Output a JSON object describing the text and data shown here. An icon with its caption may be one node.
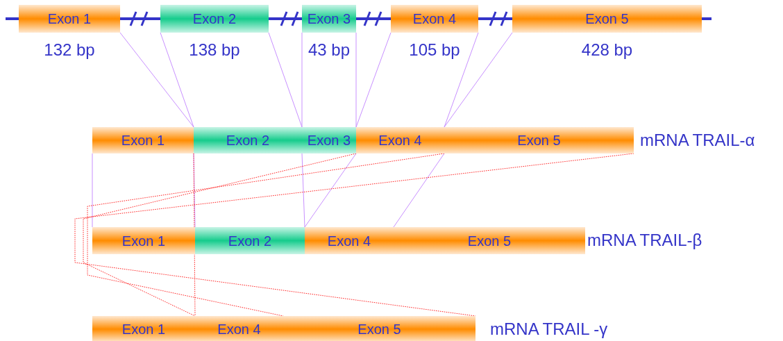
{
  "diagram": {
    "nodes": [
      {
        "text": [
          "Exon 1"
        ],
        "beside": [
          "132 bp"
        ]
      },
      {
        "text": [
          "Exon 2"
        ],
        "beside": [
          "138 bp"
        ]
      },
      {
        "text": [
          "Exon 3"
        ],
        "beside": [
          "43 bp"
        ]
      },
      {
        "text": [
          "Exon 4"
        ],
        "beside": [
          "105 bp"
        ]
      },
      {
        "text": [
          "Exon 5"
        ],
        "beside": [
          "428 bp"
        ]
      },
      {
        "text": [
          "Exon 1"
        ]
      },
      {
        "text": [
          "Exon 2"
        ]
      },
      {
        "text": [
          "Exon 3"
        ]
      },
      {
        "text": [
          "Exon 4"
        ]
      },
      {
        "text": [
          "Exon 5"
        ]
      },
      {
        "text": [
          "Exon 1"
        ]
      },
      {
        "text": [
          "Exon 2"
        ]
      },
      {
        "text": [
          "Exon 4"
        ]
      },
      {
        "text": [
          "Exon 5"
        ]
      },
      {
        "text": [
          "Exon 1"
        ]
      },
      {
        "text": [
          "Exon 4"
        ]
      },
      {
        "text": [
          "Exon 5"
        ]
      }
    ],
    "edges": [
      {
        "from": 0,
        "to": 5,
        "arrow": "none"
      },
      {
        "from": 1,
        "to": 6,
        "arrow": "none"
      },
      {
        "from": 1,
        "to": 6,
        "arrow": "none"
      },
      {
        "from": 2,
        "to": 7,
        "arrow": "none"
      },
      {
        "from": 2,
        "to": 7,
        "arrow": "none"
      },
      {
        "from": 3,
        "to": 8,
        "arrow": "none"
      },
      {
        "from": 3,
        "to": 8,
        "arrow": "none"
      },
      {
        "from": 4,
        "to": 9,
        "arrow": "none"
      },
      {
        "from": 5,
        "to": 10,
        "arrow": "none"
      },
      {
        "from": 5,
        "to": 10,
        "arrow": "none"
      },
      {
        "from": 6,
        "to": 11,
        "arrow": "none"
      },
      {
        "from": 8,
        "to": 12,
        "arrow": "none"
      },
      {
        "from": 8,
        "to": 12,
        "arrow": "none"
      },
      {
        "from": 5,
        "to": 14,
        "arrow": "none",
        "style": "dashed",
        "color": "#ff2020"
      },
      {
        "from": 8,
        "to": 15,
        "arrow": "none",
        "style": "dashed",
        "color": "#ff2020"
      },
      {
        "from": 8,
        "to": 15,
        "arrow": "none",
        "style": "dashed",
        "color": "#ff2020"
      },
      {
        "from": 9,
        "to": 16,
        "arrow": "none",
        "style": "dashed",
        "color": "#ff2020"
      }
    ],
    "labels": [
      "mRNA TRAIL-α",
      "mRNA TRAIL-β",
      "mRNA TRAIL -γ"
    ]
  }
}
